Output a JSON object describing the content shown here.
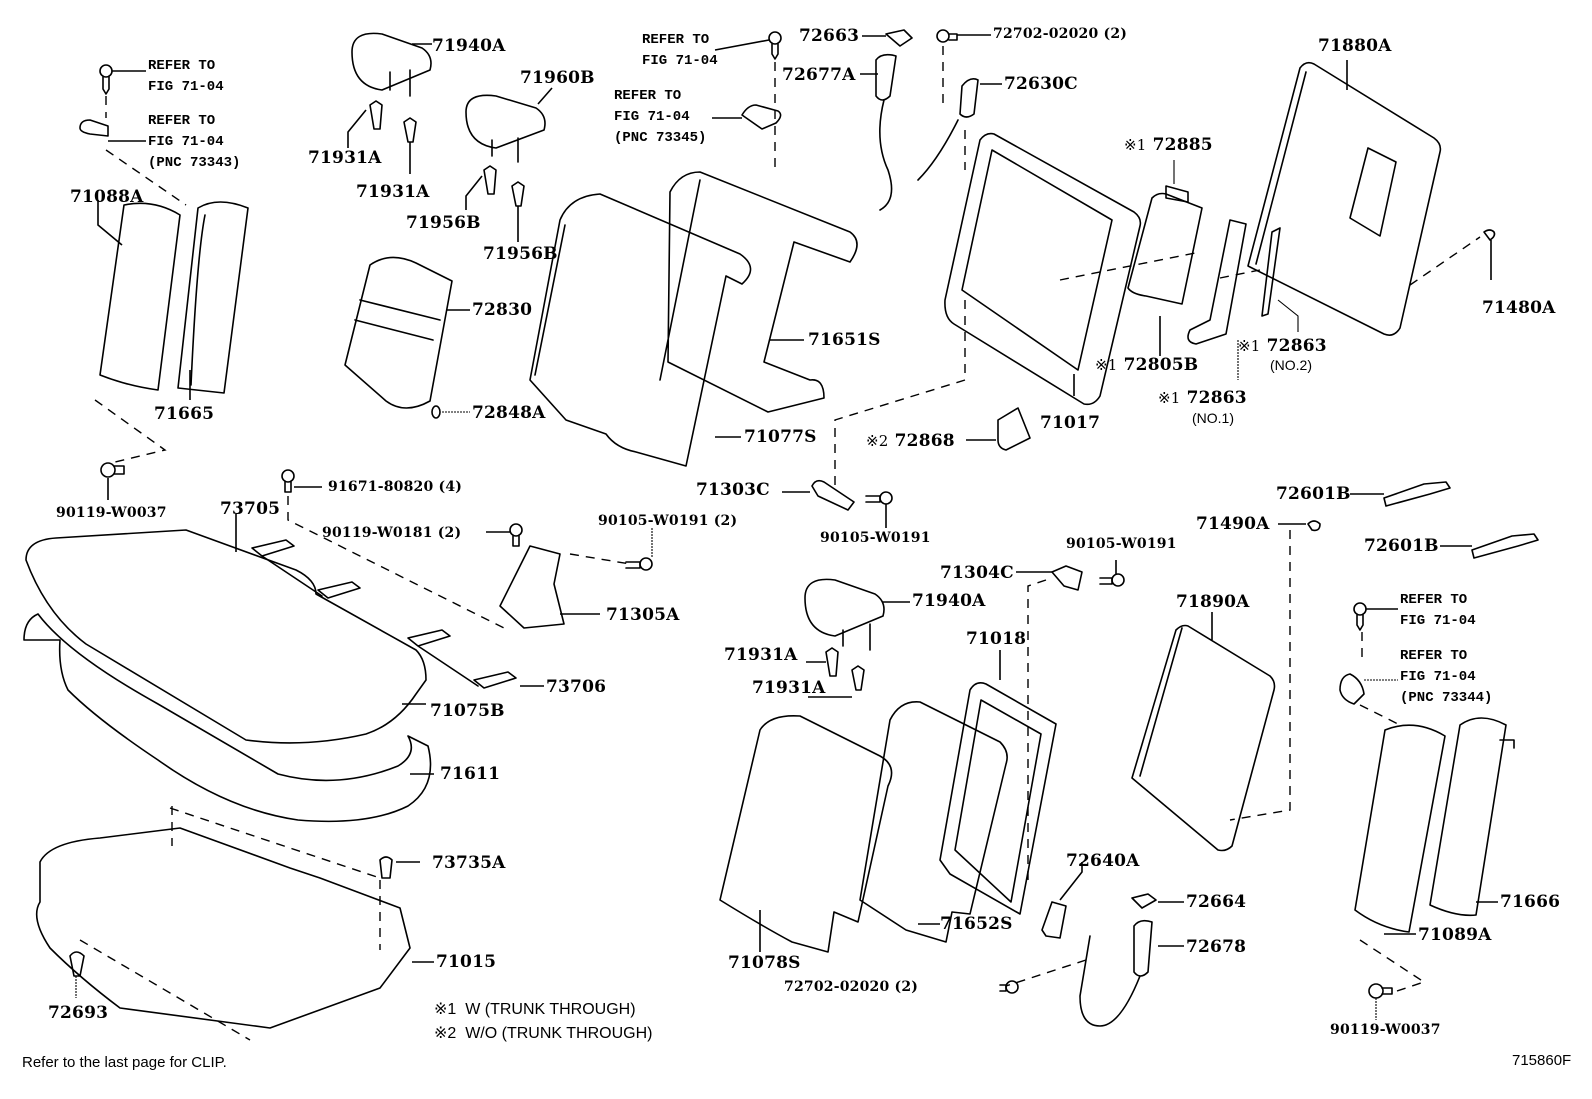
{
  "diagram": {
    "type": "exploded parts diagram",
    "subject": "Rear seat assembly",
    "figure_id": "715860F",
    "footer_note": "Refer to the last page for CLIP.",
    "legend": [
      {
        "mark": "※1",
        "text": "W (TRUNK THROUGH)"
      },
      {
        "mark": "※2",
        "text": "W/O (TRUNK THROUGH)"
      }
    ],
    "references": [
      {
        "line1": "REFER TO",
        "line2": "FIG 71-04",
        "line3": ""
      },
      {
        "line1": "REFER TO",
        "line2": "FIG 71-04",
        "line3": "(PNC 73343)"
      },
      {
        "line1": "REFER TO",
        "line2": "FIG 71-04",
        "line3": ""
      },
      {
        "line1": "REFER TO",
        "line2": "FIG 71-04",
        "line3": "(PNC 73345)"
      },
      {
        "line1": "REFER TO",
        "line2": "FIG 71-04",
        "line3": ""
      },
      {
        "line1": "REFER TO",
        "line2": "FIG 71-04",
        "line3": "(PNC 73344)"
      }
    ],
    "parts": [
      {
        "id": "71940A",
        "prefix": "",
        "sub": ""
      },
      {
        "id": "71960B",
        "prefix": "",
        "sub": ""
      },
      {
        "id": "71931A",
        "prefix": "",
        "sub": ""
      },
      {
        "id": "71931A",
        "prefix": "",
        "sub": ""
      },
      {
        "id": "71956B",
        "prefix": "",
        "sub": ""
      },
      {
        "id": "71956B",
        "prefix": "",
        "sub": ""
      },
      {
        "id": "71088A",
        "prefix": "",
        "sub": ""
      },
      {
        "id": "71665",
        "prefix": "",
        "sub": ""
      },
      {
        "id": "72830",
        "prefix": "",
        "sub": ""
      },
      {
        "id": "72848A",
        "prefix": "",
        "sub": ""
      },
      {
        "id": "90119-W0037",
        "prefix": "",
        "sub": ""
      },
      {
        "id": "91671-80820 (4)",
        "prefix": "",
        "sub": ""
      },
      {
        "id": "73705",
        "prefix": "",
        "sub": ""
      },
      {
        "id": "90119-W0181 (2)",
        "prefix": "",
        "sub": ""
      },
      {
        "id": "90105-W0191 (2)",
        "prefix": "",
        "sub": ""
      },
      {
        "id": "71305A",
        "prefix": "",
        "sub": ""
      },
      {
        "id": "73706",
        "prefix": "",
        "sub": ""
      },
      {
        "id": "71075B",
        "prefix": "",
        "sub": ""
      },
      {
        "id": "71611",
        "prefix": "",
        "sub": ""
      },
      {
        "id": "73735A",
        "prefix": "",
        "sub": ""
      },
      {
        "id": "71015",
        "prefix": "",
        "sub": ""
      },
      {
        "id": "72693",
        "prefix": "",
        "sub": ""
      },
      {
        "id": "72663",
        "prefix": "",
        "sub": ""
      },
      {
        "id": "72677A",
        "prefix": "",
        "sub": ""
      },
      {
        "id": "72702-02020 (2)",
        "prefix": "",
        "sub": ""
      },
      {
        "id": "72630C",
        "prefix": "",
        "sub": ""
      },
      {
        "id": "71651S",
        "prefix": "",
        "sub": ""
      },
      {
        "id": "71077S",
        "prefix": "",
        "sub": ""
      },
      {
        "id": "72885",
        "prefix": "※1",
        "sub": ""
      },
      {
        "id": "72805B",
        "prefix": "※1",
        "sub": ""
      },
      {
        "id": "72863",
        "prefix": "※1",
        "sub": "(NO.1)"
      },
      {
        "id": "72863",
        "prefix": "※1",
        "sub": "(NO.2)"
      },
      {
        "id": "71017",
        "prefix": "",
        "sub": ""
      },
      {
        "id": "72868",
        "prefix": "※2",
        "sub": ""
      },
      {
        "id": "71880A",
        "prefix": "",
        "sub": ""
      },
      {
        "id": "71480A",
        "prefix": "",
        "sub": ""
      },
      {
        "id": "71303C",
        "prefix": "",
        "sub": ""
      },
      {
        "id": "90105-W0191",
        "prefix": "",
        "sub": ""
      },
      {
        "id": "72601B",
        "prefix": "",
        "sub": ""
      },
      {
        "id": "71490A",
        "prefix": "",
        "sub": ""
      },
      {
        "id": "72601B",
        "prefix": "",
        "sub": ""
      },
      {
        "id": "71304C",
        "prefix": "",
        "sub": ""
      },
      {
        "id": "90105-W0191",
        "prefix": "",
        "sub": ""
      },
      {
        "id": "71940A",
        "prefix": "",
        "sub": ""
      },
      {
        "id": "71931A",
        "prefix": "",
        "sub": ""
      },
      {
        "id": "71931A",
        "prefix": "",
        "sub": ""
      },
      {
        "id": "71018",
        "prefix": "",
        "sub": ""
      },
      {
        "id": "71890A",
        "prefix": "",
        "sub": ""
      },
      {
        "id": "72640A",
        "prefix": "",
        "sub": ""
      },
      {
        "id": "72664",
        "prefix": "",
        "sub": ""
      },
      {
        "id": "71652S",
        "prefix": "",
        "sub": ""
      },
      {
        "id": "72678",
        "prefix": "",
        "sub": ""
      },
      {
        "id": "71078S",
        "prefix": "",
        "sub": ""
      },
      {
        "id": "72702-02020 (2)",
        "prefix": "",
        "sub": ""
      },
      {
        "id": "71666",
        "prefix": "",
        "sub": ""
      },
      {
        "id": "71089A",
        "prefix": "",
        "sub": ""
      },
      {
        "id": "90119-W0037",
        "prefix": "",
        "sub": ""
      }
    ]
  }
}
